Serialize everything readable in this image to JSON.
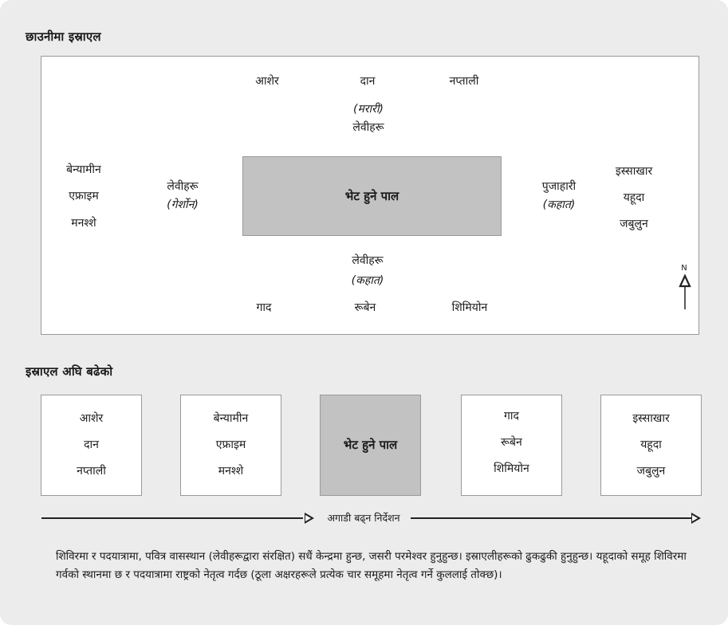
{
  "camp": {
    "title": "छाउनीमा इस्राएल",
    "north": {
      "tribes": [
        "आशेर",
        "दान",
        "नप्ताली"
      ],
      "levite_clan": "(मरारी)",
      "levite_label": "लेवीहरू"
    },
    "west": {
      "tribes": [
        "बेन्यामीन",
        "एफ्राइम",
        "मनश्शे"
      ],
      "levite_label": "लेवीहरू",
      "levite_clan": "(गेर्शोन)"
    },
    "center_label": "भेट हुने पाल",
    "east": {
      "tribes": [
        "इस्साखार",
        "यहूदा",
        "जबुलुन"
      ],
      "priest_label": "पुजाहारी",
      "priest_clan": "(कहात)"
    },
    "south": {
      "tribes": [
        "गाद",
        "रूबेन",
        "शिमियोन"
      ],
      "levite_label": "लेवीहरू",
      "levite_clan": "(कहात)"
    },
    "compass_label": "N"
  },
  "march": {
    "title": "इस्राएल अघि बढेको",
    "groups": [
      [
        "आशेर",
        "दान",
        "नप्ताली"
      ],
      [
        "बेन्यामीन",
        "एफ्राइम",
        "मनश्शे"
      ],
      [
        "भेट हुने पाल"
      ],
      [
        "गाद",
        "रूबेन",
        "शिमियोन"
      ],
      [
        "इस्साखार",
        "यहूदा",
        "जबुलुन"
      ]
    ],
    "direction_label": "अगाडी बढ्न निर्देशन"
  },
  "caption": "शिविरमा र पदयात्रामा, पवित्र वासस्थान (लेवीहरूद्वारा संरक्षित) सधैं केन्द्रमा हुन्छ, जसरी परमेश्वर हुनुहुन्छ। इस्राएलीहरूको ढुकढुकी हुनुहुन्छ। यहूदाको समूह शिविरमा गर्वको स्थानमा छ र पदयात्रामा राष्ट्रको नेतृत्व गर्दछ (ठूला अक्षरहरूले प्रत्येक चार समूहमा नेतृत्व गर्ने कुललाई तोक्छ)।"
}
